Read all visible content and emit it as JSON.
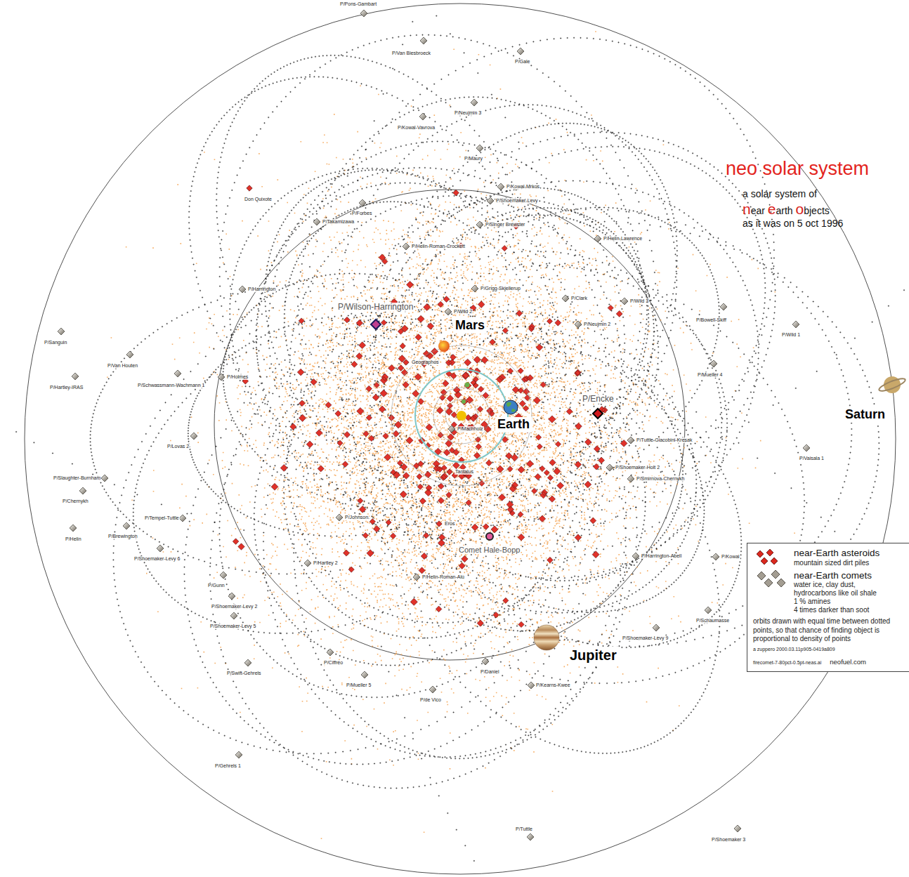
{
  "diagram": {
    "title": "neo solar system",
    "caption": "a solar system of near earth objects as it was on 5 oct 1996",
    "labels": [
      "Mars",
      "Earth",
      "Jupiter",
      "Saturn",
      "P/Wilson-Harrington",
      "P/Encke",
      "Comet Hale-Bopp",
      "mountain sized dirt piles",
      "water ice, clay dust,",
      "hydrocarbons like oil shale",
      "1 % amines",
      "4 times darker than soot",
      "orbits drawn with equal time between dotted points, so that chance of finding object is proportional to density of points",
      "a zuppero 2000.03.11p905-0419a809",
      "firecomet-7-80pct-0.5pt-neas.ai",
      "neofuel.com",
      "P/Pons-Gambart",
      "P/Van Biesbroeck",
      "P/Gale",
      "P/Neujmin 3",
      "P/Kowal-Vavrova",
      "P/Maury",
      "Don Quixote",
      "P/Forbes",
      "P/Takamizawa",
      "P/Kowal-Mrkos",
      "P/Shoemaker-Levy",
      "P/Singer Brewster",
      "P/Helin-Lawrence",
      "P/Helin-Roman-Crockett",
      "P/Harrington",
      "P/Wild 3",
      "P/Clark",
      "P/Bowell-Skiff",
      "P/Wild 1",
      "P/Sanguin",
      "P/Van Houten",
      "P/Hartley-IRAS",
      "P/Schwassmann-Wachmann 1",
      "P/Mueller 4",
      "P/Lovas 2",
      "P/Slaughter-Burnham",
      "P/Chernykh",
      "P/Helin",
      "P/Brewington",
      "P/Tempel-Tuttle",
      "P/Shoemaker-Levy 6",
      "P/Gunn",
      "P/Shoemaker-Levy 2",
      "P/Shoemaker-Levy 5",
      "P/Swift-Gehrels",
      "P/Gehrels 1",
      "P/Mueller 5",
      "P/de Vico",
      "P/Ciffréo",
      "P/Daniel",
      "P/Kearns-Kwee",
      "P/Shoemaker-Levy 9",
      "P/Schaumasse",
      "P/Tuttle",
      "P/Shoemaker 3",
      "P/Vaisala 1",
      "P/Kowal",
      "P/Harrington-Abell",
      "P/Tuttle-Giacobini-Kresak",
      "P/Shoemaker-Holt 2",
      "P/Smirnova-Chernykh",
      "P/Wild 2",
      "P/Neujmin 2",
      "P/Machholz",
      "P/Grigg-Skjellerup",
      "P/Hartley 2",
      "P/Johnson",
      "P/Helin-Roman-Alu",
      "P/Holmes",
      "Eros",
      "Tantalus",
      "Geographos"
    ],
    "legend": [
      {
        "text": "near-Earth asteroids",
        "color": "#d9281e"
      },
      {
        "text": "near-Earth comets",
        "color": "#a39d92"
      }
    ]
  }
}
